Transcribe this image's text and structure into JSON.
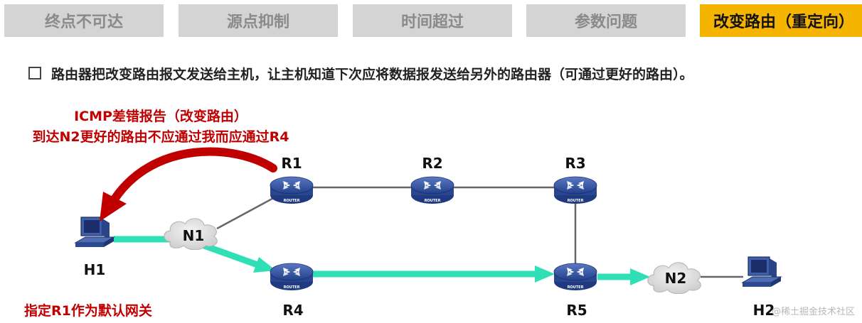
{
  "tabs": [
    {
      "label": "终点不可达",
      "active": false
    },
    {
      "label": "源点抑制",
      "active": false
    },
    {
      "label": "时间超过",
      "active": false
    },
    {
      "label": "参数问题",
      "active": false
    },
    {
      "label": "改变路由（重定向）",
      "active": true
    }
  ],
  "description": "路由器把改变路由报文发送给主机，让主机知道下次应将数据报发送给另外的路由器（可通过更好的路由）。",
  "diagram": {
    "icmp_title": "ICMP差错报告（改变路由）",
    "icmp_detail": "到达N2更好的路由不应通过我而应通过R4",
    "gateway_note": "指定R1作为默认网关",
    "router_badge": "ROUTER",
    "nodes": {
      "R1": "R1",
      "R2": "R2",
      "R3": "R3",
      "R4": "R4",
      "R5": "R5",
      "H1": "H1",
      "H2": "H2",
      "N1": "N1",
      "N2": "N2"
    }
  },
  "watermark": "@稀土掘金技术社区",
  "colors": {
    "tab_bg": "#d4d4d4",
    "tab_active": "#f4b400",
    "icmp_red": "#c00000",
    "path_green": "#2fe0b6",
    "router_blue": "#2f4fa0"
  }
}
